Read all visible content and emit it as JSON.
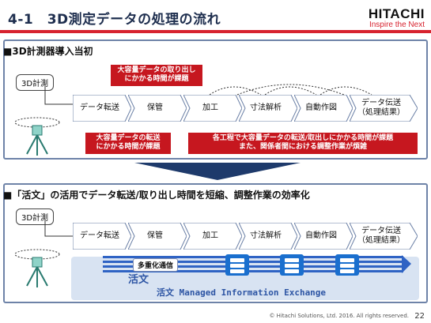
{
  "header": {
    "title": "4-1　3D測定データの処理の流れ",
    "logo_main": "HITACHI",
    "logo_sub": "Inspire the Next"
  },
  "section1": {
    "heading": "■3D計測器導入当初",
    "device_label": "3D計測",
    "steps": [
      "データ転送",
      "保管",
      "加工",
      "寸法解析",
      "自動作図",
      "データ伝送\n（処理結果）"
    ],
    "callout_top": "大容量データの取り出し\nにかかる時間が課題",
    "callout_bottom_left": "大容量データの転送\nにかかる時間が課題",
    "callout_bottom_right": "各工程で大容量データの転送/取出しにかかる時間が課題\nまた、関係者間における調整作業が煩雑"
  },
  "section2": {
    "heading": "■「活文」の活用でデータ転送/取り出し時間を短縮、調整作業の効率化",
    "device_label": "3D計測",
    "steps": [
      "データ転送",
      "保管",
      "加工",
      "寸法解析",
      "自動作図",
      "データ伝送\n（処理結果）"
    ],
    "stripe_label": "多重化通信",
    "product_logo": "活文",
    "product_name": "活文 Managed Information Exchange"
  },
  "footer": {
    "copyright": "© Hitachi Solutions, Ltd. 2016. All rights reserved.",
    "page": "22"
  },
  "colors": {
    "accent_red": "#d7232f",
    "callout_red": "#c6171f",
    "panel_border": "#6e83a8",
    "mie_blue": "#2d55a4",
    "server_blue": "#1a6fce"
  }
}
